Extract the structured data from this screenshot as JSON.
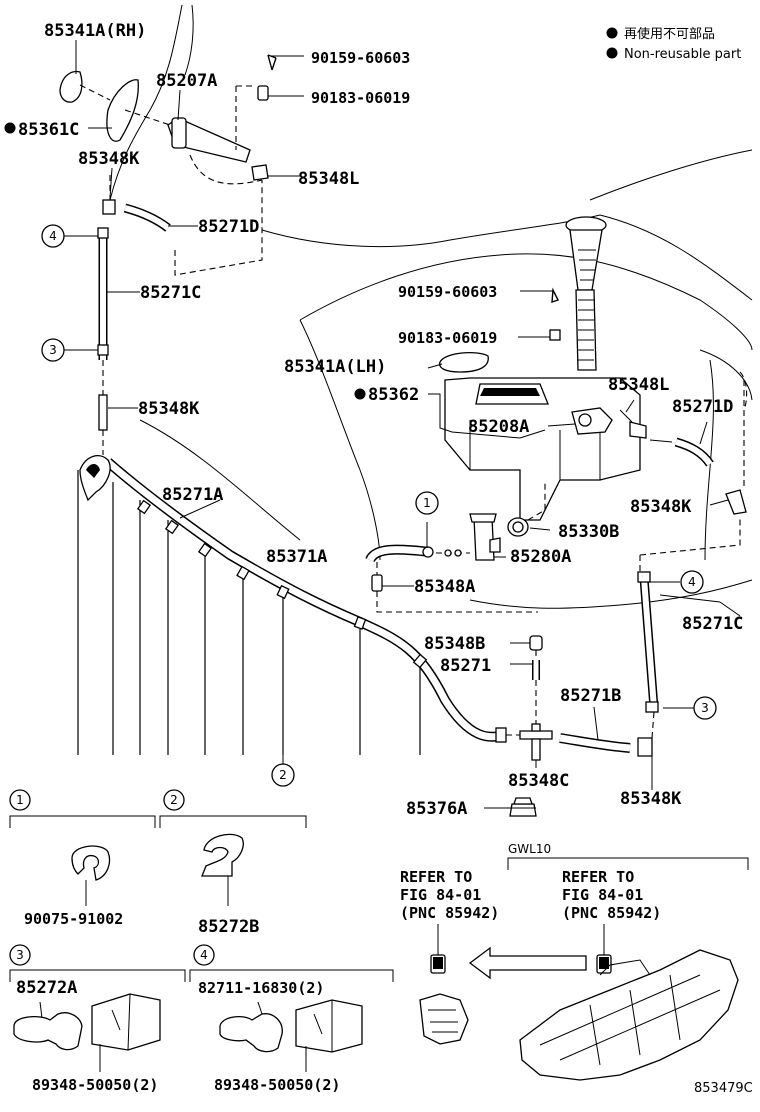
{
  "legend": {
    "bullet_color": "#000000",
    "jp_text": "再使用不可部品",
    "en_text": "Non-reusable part"
  },
  "labels": {
    "p85341a_rh": "85341A(RH)",
    "p90159_top": "90159-60603",
    "p85207a": "85207A",
    "p90183_top": "90183-06019",
    "p85361c": "85361C",
    "p85348k_top": "85348K",
    "p85348l_top": "85348L",
    "p85271d_top": "85271D",
    "p85271c_left": "85271C",
    "p90159_mid": "90159-60603",
    "p90183_mid": "90183-06019",
    "p85341a_lh": "85341A(LH)",
    "p85362": "85362",
    "p85348l_right": "85348L",
    "p85271d_right": "85271D",
    "p85348k_left": "85348K",
    "p85208a": "85208A",
    "p85271a": "85271A",
    "p85348k_right_mid": "85348K",
    "p85330b": "85330B",
    "p85371a": "85371A",
    "p85280a": "85280A",
    "p85348a": "85348A",
    "p85271c_right": "85271C",
    "p85348b": "85348B",
    "p85271": "85271",
    "p85271b": "85271B",
    "p85348c": "85348C",
    "p85348k_bottom": "85348K",
    "p85376a": "85376A"
  },
  "callouts": {
    "c1": "1",
    "c2": "2",
    "c3": "3",
    "c4": "4"
  },
  "details": {
    "d1_num": "1",
    "d1_part": "90075-91002",
    "d2_num": "2",
    "d2_part": "85272B",
    "d3_num": "3",
    "d3_part_a": "85272A",
    "d3_part_b": "89348-50050(2)",
    "d4_num": "4",
    "d4_part_a": "82711-16830(2)",
    "d4_part_b": "89348-50050(2)"
  },
  "refer": {
    "variant": "GWL10",
    "left_line1": "REFER TO",
    "left_line2": "FIG 84-01",
    "left_line3": "(PNC 85942)",
    "right_line1": "REFER TO",
    "right_line2": "FIG 84-01",
    "right_line3": "(PNC 85942)"
  },
  "figure_id": "853479C"
}
